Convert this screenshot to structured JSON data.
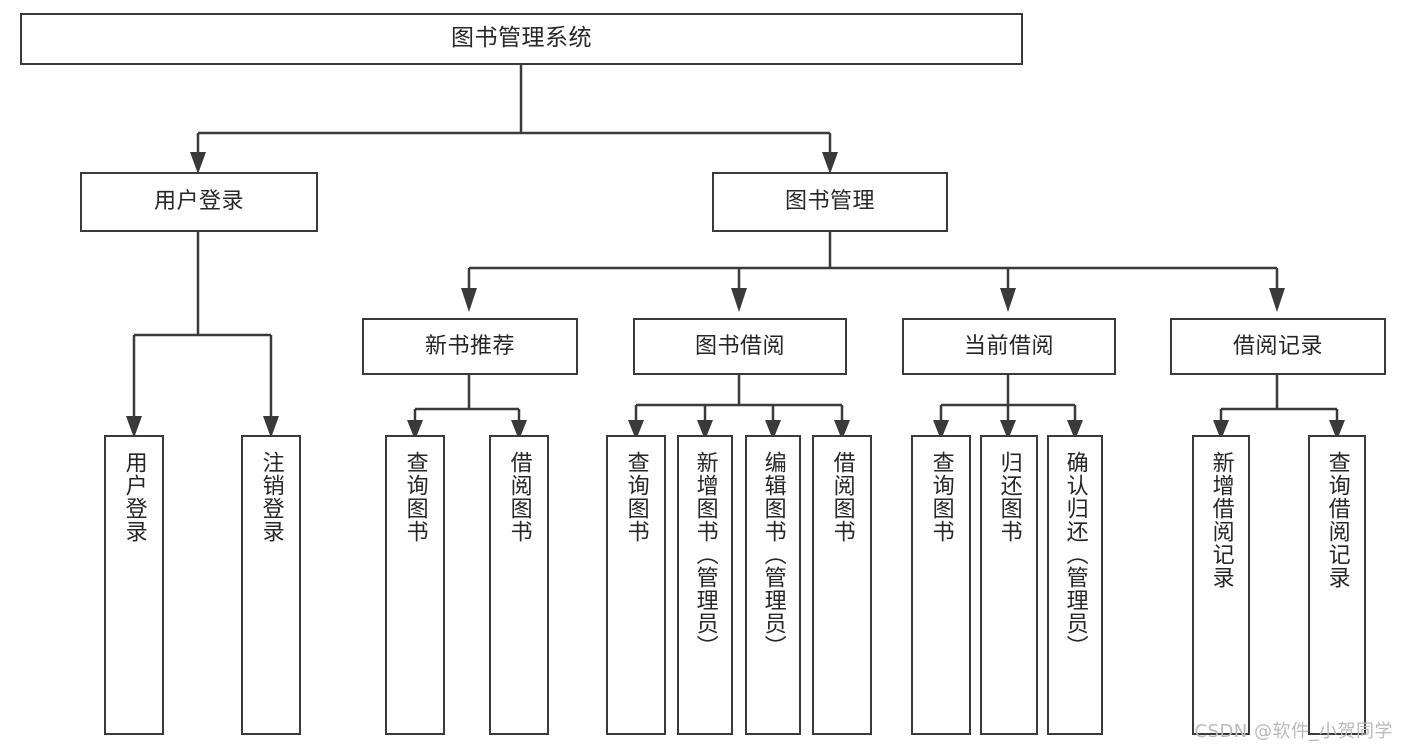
{
  "diagram": {
    "title": "图书管理系统",
    "watermark": "CSDN @软件_小贺同学",
    "edge_color": "#3a3a3a",
    "box_border_color": "#3a3a3a",
    "text_color": "#262626",
    "background": "#ffffff"
  },
  "nodes": {
    "root": {
      "label": "图书管理系统"
    },
    "level2": [
      {
        "label": "用户登录"
      },
      {
        "label": "图书管理"
      }
    ],
    "level3": [
      {
        "label": "新书推荐"
      },
      {
        "label": "图书借阅"
      },
      {
        "label": "当前借阅"
      },
      {
        "label": "借阅记录"
      }
    ],
    "leaves": {
      "user_login": [
        {
          "label": "用户登录"
        },
        {
          "label": "注销登录"
        }
      ],
      "new_book": [
        {
          "label": "查询图书"
        },
        {
          "label": "借阅图书"
        }
      ],
      "book_borrow": [
        {
          "label": "查询图书"
        },
        {
          "label": "新增图书（管理员）"
        },
        {
          "label": "编辑图书（管理员）"
        },
        {
          "label": "借阅图书"
        }
      ],
      "current_borrow": [
        {
          "label": "查询图书"
        },
        {
          "label": "归还图书"
        },
        {
          "label": "确认归还（管理员）"
        }
      ],
      "borrow_record": [
        {
          "label": "新增借阅记录"
        },
        {
          "label": "查询借阅记录"
        }
      ]
    }
  }
}
